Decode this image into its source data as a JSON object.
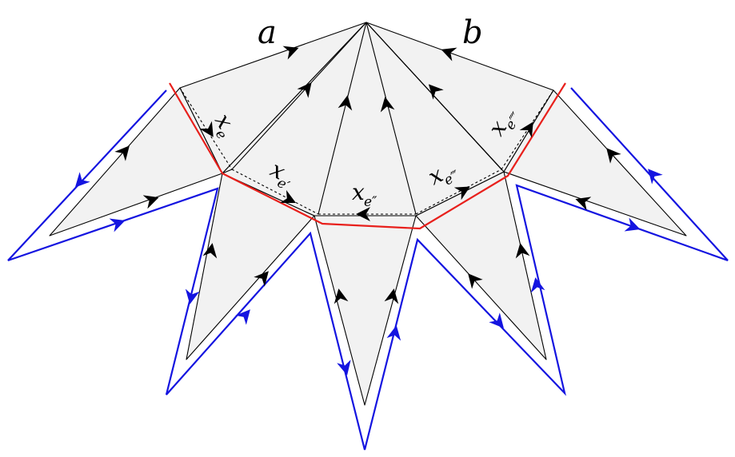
{
  "labels": {
    "edge_a": "a",
    "edge_b": "b",
    "x_main": "x",
    "sub_e": "e",
    "sub_e1": "e′",
    "sub_e2": "e″",
    "sub_e3": "e‴",
    "sub_e4": "e⁗"
  },
  "colors": {
    "face_fill": "#f2f2f2",
    "outline": "#000000",
    "cut_path": "#e8201c",
    "boundary_path": "#1414e0"
  }
}
